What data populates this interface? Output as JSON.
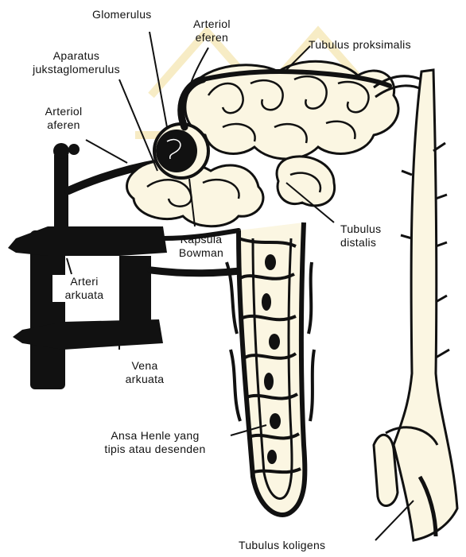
{
  "colors": {
    "ink": "#111111",
    "tubule_fill": "#fbf6e2",
    "watermark": "#e9c85a"
  },
  "labels": {
    "glomerulus": "Glomerulus",
    "arteriol_eferen": [
      "Arteriol",
      "eferen"
    ],
    "tubulus_proksimalis": "Tubulus proksimalis",
    "aparatus": [
      "Aparatus",
      "jukstaglomerulus"
    ],
    "arteriol_aferen": [
      "Arteriol",
      "aferen"
    ],
    "tubulus_distalis": [
      "Tubulus",
      "distalis"
    ],
    "kapsula_bowman": [
      "Kapsula",
      "Bowman"
    ],
    "arteri_arkuata": [
      "Arteri",
      "arkuata"
    ],
    "vena_arkuata": [
      "Vena",
      "arkuata"
    ],
    "ansa_henle": [
      "Ansa Henle yang",
      "tipis atau desenden"
    ],
    "tubulus_koligens": "Tubulus koligens"
  }
}
